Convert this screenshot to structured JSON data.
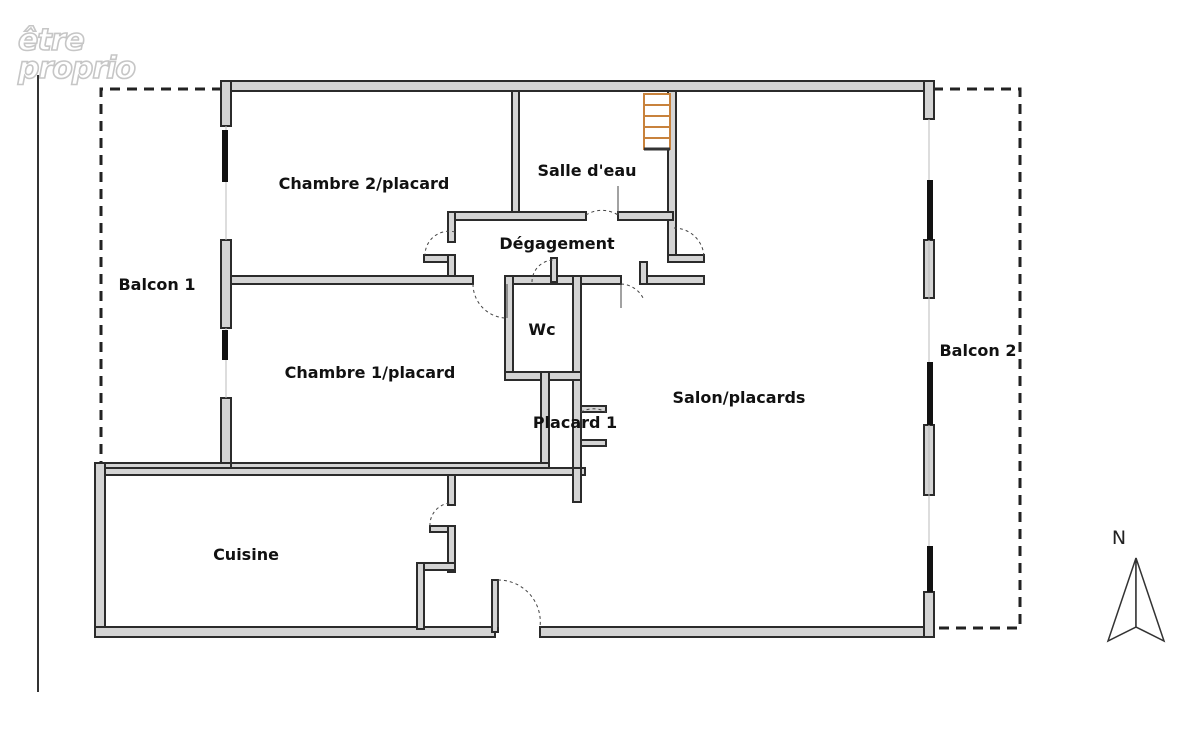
{
  "watermark": {
    "line1": "être",
    "line2": "proprio"
  },
  "rooms": {
    "chambre2": "Chambre 2/placard",
    "salle_eau": "Salle d'eau",
    "degagement": "Dégagement",
    "balcon1": "Balcon 1",
    "wc": "Wc",
    "chambre1": "Chambre 1/placard",
    "placard1": "Placard 1",
    "salon": "Salon/placards",
    "balcon2": "Balcon 2",
    "cuisine": "Cuisine"
  },
  "compass": {
    "label": "N",
    "icon": "north-arrow-icon"
  },
  "colors": {
    "wall_fill": "#d4d4d4",
    "wall_stroke": "#2b2b2b",
    "window": "#111111",
    "stair": "#c8823c"
  }
}
